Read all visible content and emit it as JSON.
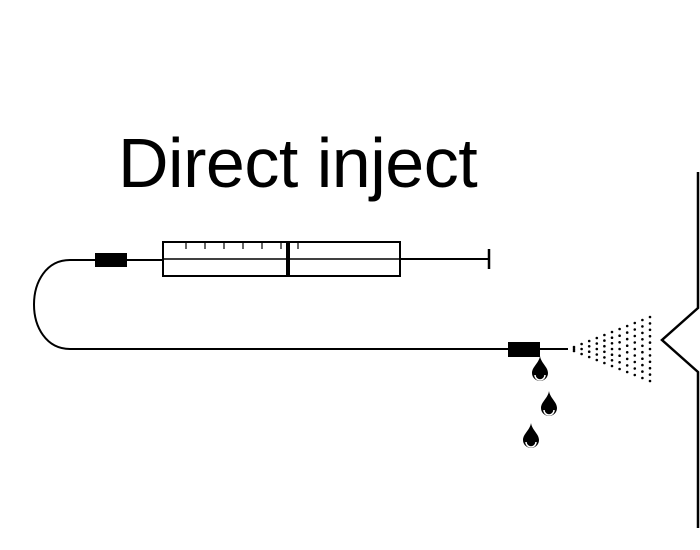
{
  "diagram": {
    "title": "Direct inject",
    "colors": {
      "stroke": "#000000",
      "background": "#ffffff"
    },
    "components": [
      {
        "name": "syringe",
        "icon": "syringe-icon"
      },
      {
        "name": "transfer-line",
        "icon": "tubing-line-icon"
      },
      {
        "name": "emitter-tip",
        "icon": "emitter-icon"
      },
      {
        "name": "droplets",
        "icon": "droplet-icon",
        "count": 3
      },
      {
        "name": "spray-plume",
        "icon": "spray-icon"
      },
      {
        "name": "ms-inlet",
        "icon": "inlet-cone-icon"
      }
    ]
  }
}
